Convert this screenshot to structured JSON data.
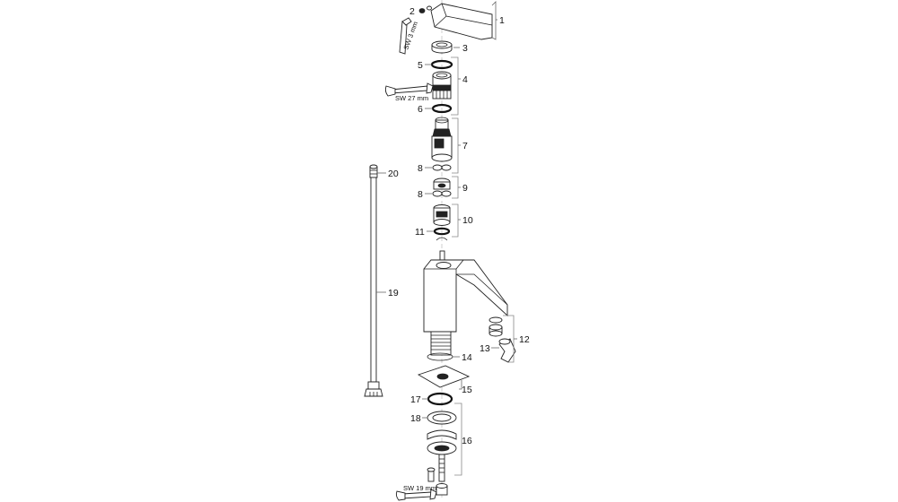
{
  "parts": {
    "p1": "1",
    "p2": "2",
    "p3": "3",
    "p4": "4",
    "p5": "5",
    "p6": "6",
    "p7": "7",
    "p8a": "8",
    "p8b": "8",
    "p9": "9",
    "p10": "10",
    "p11": "11",
    "p12": "12",
    "p13": "13",
    "p14": "14",
    "p15": "15",
    "p16": "16",
    "p17": "17",
    "p18": "18",
    "p19": "19",
    "p20": "20"
  },
  "tools": {
    "hex_key": "SW 3 mm",
    "wrench_27": "SW 27 mm",
    "wrench_19": "SW 19 mm"
  }
}
